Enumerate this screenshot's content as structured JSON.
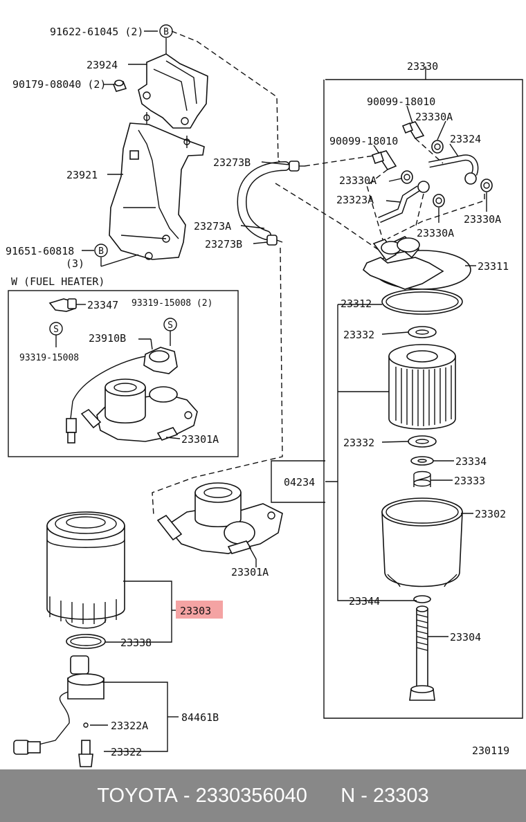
{
  "labels": {
    "p91622": "91622-61045 (2)",
    "b_top": "B",
    "p23924": "23924",
    "p90179": "90179-08040 (2)",
    "p23921": "23921",
    "p91651": "91651-60818",
    "p91651_qty": "(3)",
    "b_mid": "B",
    "p23273B_1": "23273B",
    "p23273A": "23273A",
    "p23273B_2": "23273B",
    "p23330": "23330",
    "p90099_1": "90099-18010",
    "p23330A_1": "23330A",
    "p90099_2": "90099-18010",
    "p23324": "23324",
    "p23330A_2": "23330A",
    "p23323A": "23323A",
    "p23330A_3": "23330A",
    "p23330A_4": "23330A",
    "p23311": "23311",
    "p23312": "23312",
    "p23332_1": "23332",
    "p23332_2": "23332",
    "p23334": "23334",
    "p04234": "04234",
    "p23333": "23333",
    "p23302": "23302",
    "p23344": "23344",
    "p23304": "23304",
    "p23301A_main": "23301A",
    "p23303": "23303",
    "p23338": "23338",
    "p84461B": "84461B",
    "p23322A": "23322A",
    "p23322": "23322",
    "code": "230119"
  },
  "inset": {
    "title": "W (FUEL HEATER)",
    "p23347": "23347",
    "p93319_a": "93319-15008 (2)",
    "s1": "S",
    "s2": "S",
    "p93319_b": "93319-15008",
    "p23910B": "23910B",
    "p23301A": "23301A"
  },
  "highlight_color": "#f4a3a3",
  "footer": {
    "brand": "TOYOTA",
    "sep1": " - ",
    "part_number": "2330356040",
    "gap": "      ",
    "n_prefix": "N - ",
    "n_code": "23303"
  }
}
